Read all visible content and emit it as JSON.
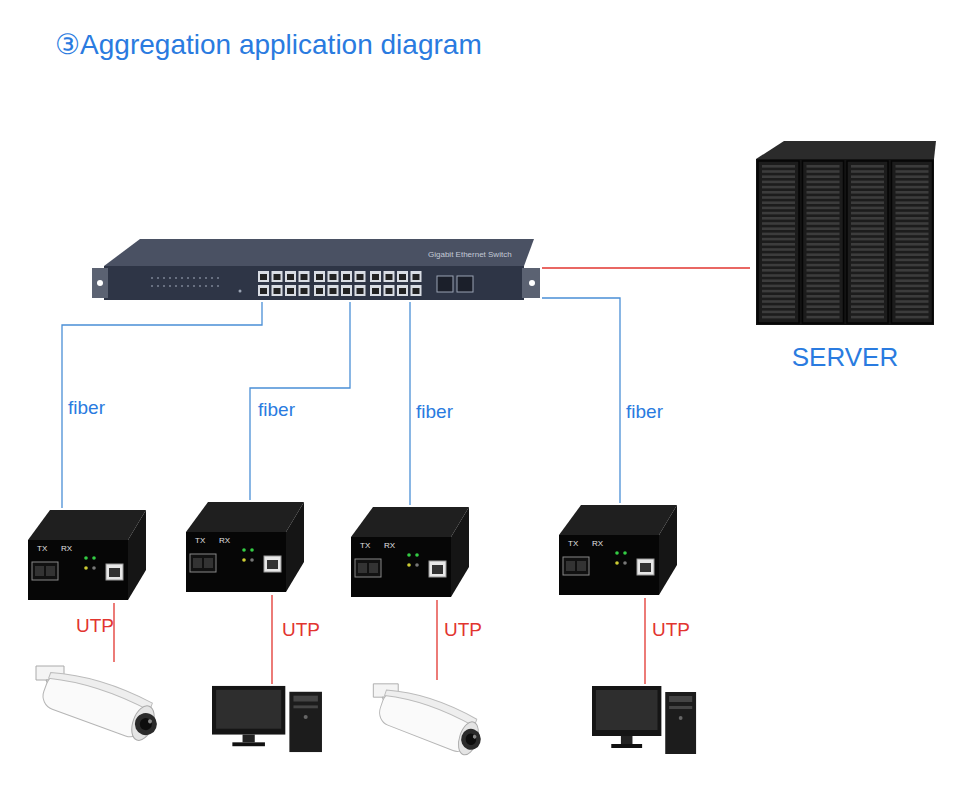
{
  "diagram": {
    "title": "③Aggregation application diagram",
    "nodes": [
      {
        "text": [
          "Gigabit Ethernet Switch"
        ]
      },
      {
        "text": [
          "SERVER"
        ]
      },
      {
        "text": [
          "TX",
          "RX"
        ]
      },
      {
        "text": [
          "TX",
          "RX"
        ]
      },
      {
        "text": [
          "TX",
          "RX"
        ]
      },
      {
        "text": [
          "TX",
          "RX"
        ]
      },
      {
        "text": []
      },
      {
        "text": []
      },
      {
        "text": []
      },
      {
        "text": []
      }
    ],
    "edges": [
      {
        "from": 0,
        "to": 1,
        "arrow": "none"
      },
      {
        "from": 0,
        "to": 2,
        "arrow": "none",
        "label": "fiber"
      },
      {
        "from": 0,
        "to": 3,
        "arrow": "none",
        "label": "fiber"
      },
      {
        "from": 0,
        "to": 4,
        "arrow": "none",
        "label": "fiber"
      },
      {
        "from": 0,
        "to": 5,
        "arrow": "none",
        "label": "fiber"
      },
      {
        "from": 2,
        "to": 6,
        "arrow": "none",
        "label": "UTP"
      },
      {
        "from": 3,
        "to": 7,
        "arrow": "none",
        "label": "UTP"
      },
      {
        "from": 4,
        "to": 8,
        "arrow": "none",
        "label": "UTP"
      },
      {
        "from": 5,
        "to": 9,
        "arrow": "none",
        "label": "UTP"
      }
    ]
  }
}
